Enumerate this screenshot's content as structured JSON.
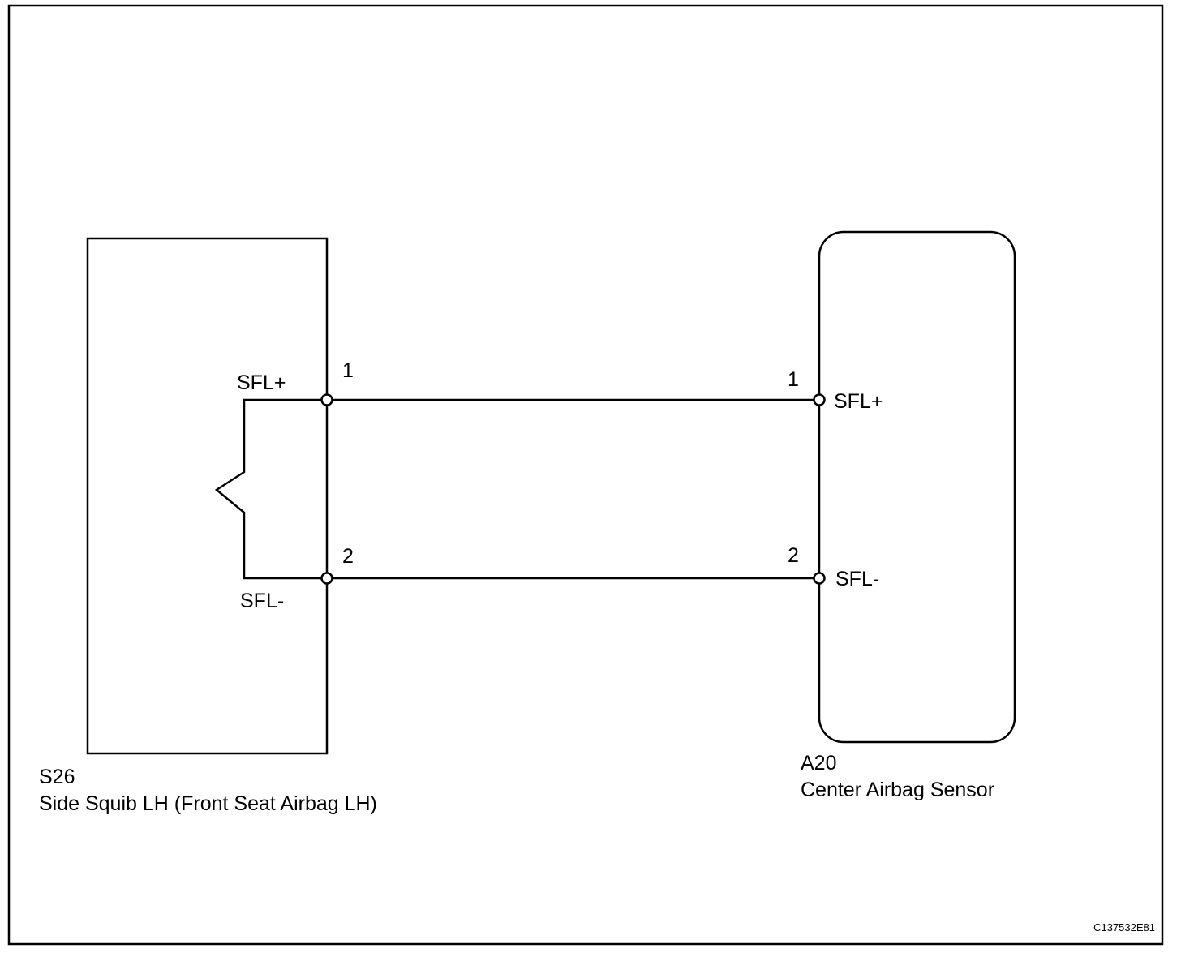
{
  "left_component": {
    "code": "S26",
    "name": "Side Squib LH (Front Seat Airbag LH)",
    "pin_top_signal": "SFL+",
    "pin_bottom_signal": "SFL-",
    "pin_top_number": "1",
    "pin_bottom_number": "2"
  },
  "right_component": {
    "code": "A20",
    "name": "Center Airbag Sensor",
    "pin_top_signal": "SFL+",
    "pin_bottom_signal": "SFL-",
    "pin_top_number": "1",
    "pin_bottom_number": "2"
  },
  "figure_code": "C137532E81",
  "colors": {
    "line": "#000000",
    "background": "#ffffff"
  }
}
